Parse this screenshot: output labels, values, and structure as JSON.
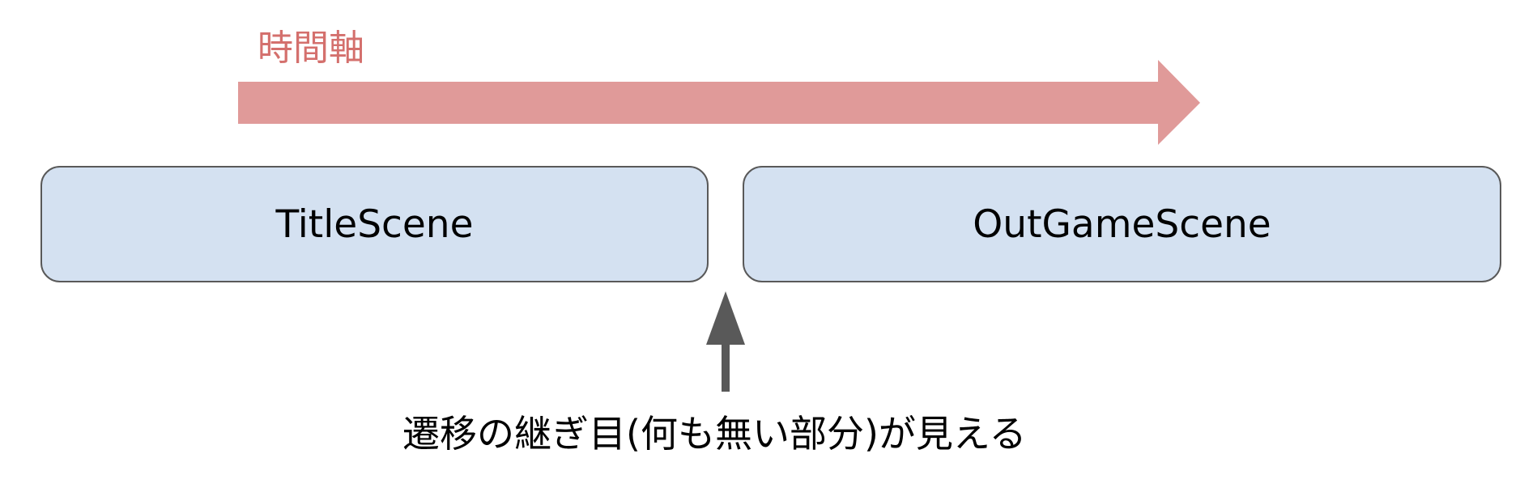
{
  "timeline": {
    "label": "時間軸",
    "color": "#e09a99",
    "label_color": "#d4706d"
  },
  "scenes": [
    {
      "label": "TitleScene",
      "fill": "#d4e1f1",
      "border": "#595959"
    },
    {
      "label": "OutGameScene",
      "fill": "#d4e1f1",
      "border": "#595959"
    }
  ],
  "seam_pointer": {
    "color": "#595959",
    "caption": "遷移の継ぎ目(何も無い部分)が見える"
  }
}
